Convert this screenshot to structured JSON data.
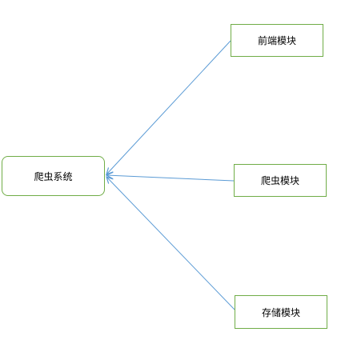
{
  "diagram": {
    "root": {
      "label": "爬虫系统"
    },
    "modules": [
      {
        "label": "前端模块"
      },
      {
        "label": "爬虫模块"
      },
      {
        "label": "存储模块"
      }
    ],
    "colors": {
      "node_border": "#70ad47",
      "arrow": "#5b9bd5",
      "text": "#000000"
    }
  }
}
